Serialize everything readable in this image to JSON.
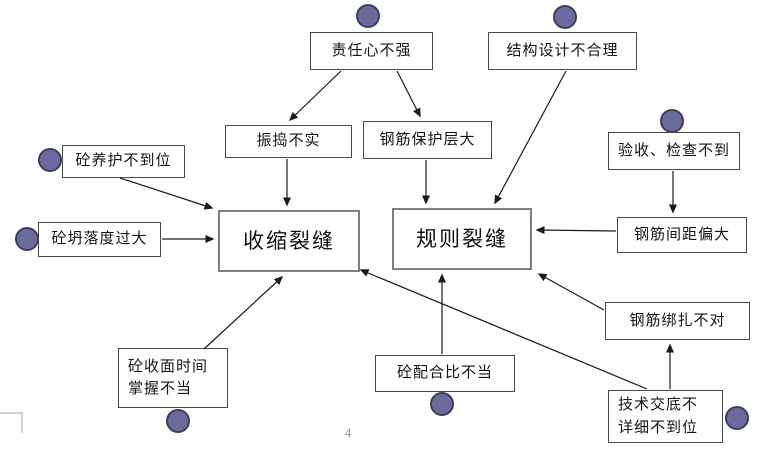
{
  "page": {
    "number": "4"
  },
  "colors": {
    "circle_fill": "#6b6b9e",
    "circle_stroke": "#3d3d5e",
    "box_border": "#4a4a4a",
    "big_box_border": "#7f7f7f",
    "arrow": "#1a1a1a",
    "frame_line": "#b3b3b3",
    "page_number": "#8691a5"
  },
  "nodes": {
    "responsibility": {
      "label": "责任心不强"
    },
    "structure_design": {
      "label": "结构设计不合理"
    },
    "vibration": {
      "label": "振捣不实"
    },
    "cover_layer": {
      "label": "钢筋保护层大"
    },
    "inspection": {
      "label": "验收、检查不到"
    },
    "curing": {
      "label": "砼养护不到位"
    },
    "slump": {
      "label": "砼坍落度过大"
    },
    "shrinkage_crack": {
      "label": "收缩裂缝"
    },
    "regular_crack": {
      "label": "规则裂缝"
    },
    "rebar_spacing": {
      "label": "钢筋间距偏大"
    },
    "rebar_tying": {
      "label": "钢筋绑扎不对"
    },
    "finishing_time": {
      "label": "砼收面时间\n掌握不当"
    },
    "mix_ratio": {
      "label": "砼配合比不当"
    },
    "disclosure": {
      "label": "技术交底不\n详细不到位"
    }
  }
}
